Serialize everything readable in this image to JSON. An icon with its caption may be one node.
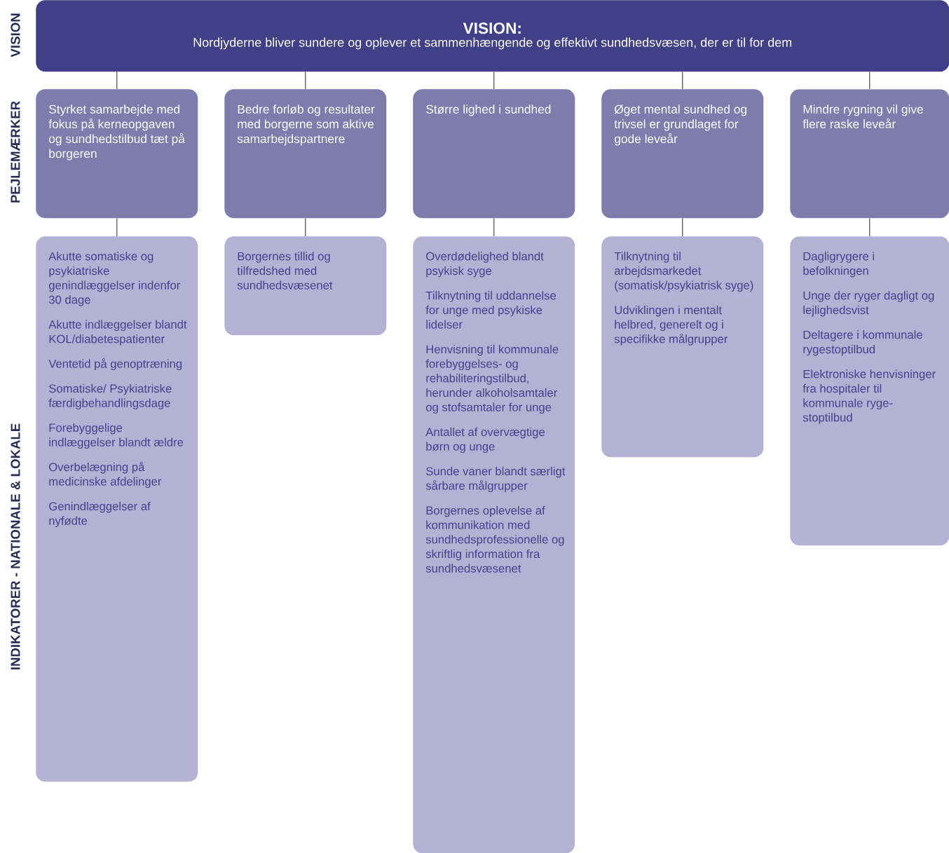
{
  "diagram": {
    "nodes": [
      {
        "text": [
          "VISION:",
          "Nordjyderne bliver sundere og oplever et sammenhængende og effektivt sundhedsvæsen, der er til for dem"
        ]
      },
      {
        "text": [
          "Styrket samarbejde med fokus på kerneopgaven og sundhedstilbud tæt på borgeren"
        ]
      },
      {
        "text": [
          "Bedre forløb og resultater med borgerne som aktive samarbejdspartnere"
        ]
      },
      {
        "text": [
          "Større lighed i sundhed"
        ]
      },
      {
        "text": [
          "Øget mental sundhed og trivsel er grundlaget for gode leveår"
        ]
      },
      {
        "text": [
          "Mindre rygning vil give flere raske leveår"
        ]
      },
      {
        "text": [
          "Akutte somatiske og psykiatriske genindlæggelser indenfor 30 dage",
          "Akutte indlæggelser blandt KOL/diabetespatienter",
          "Ventetid på genoptræning",
          "Somatiske/ Psykiatriske færdigbehandlingsdage",
          "Forebyggelige indlæggelser blandt ældre",
          "Overbelægning på medicinske afdelinger",
          "Genindlæggelser af nyfødte"
        ]
      },
      {
        "text": [
          "Borgernes tillid og tilfredshed med sundhedsvæsenet"
        ]
      },
      {
        "text": [
          "Overdødelighed blandt psykisk syge",
          "Tilknytning til uddannelse for unge med psykiske lidelser",
          "Henvisning til kommunale forebyggelses- og rehabiliteringstilbud, herunder alkoholsamtaler og stofsamtaler for unge",
          "Antallet af overvægtige børn og unge",
          "Sunde vaner blandt særligt sårbare målgrupper",
          "Borgernes oplevelse af kommunikation med sundhedsprofessionelle og skriftlig information fra sundhedsvæsenet"
        ]
      },
      {
        "text": [
          "Tilknytning til arbejdsmarkedet (somatisk/psykiatrisk syge)",
          "Udviklingen i mentalt helbred, generelt og i specifikke målgrupper"
        ]
      },
      {
        "text": [
          "Dagligrygere i befolkningen",
          "Unge der ryger dagligt og lejlighedsvist",
          "Deltagere i kommunale rygestoptilbud",
          "Elektroniske henvisninger fra hospitaler til kommunale ryge- stoptilbud"
        ]
      }
    ],
    "edges": [
      {
        "from": 0,
        "to": 1,
        "arrow": "none"
      },
      {
        "from": 0,
        "to": 2,
        "arrow": "none"
      },
      {
        "from": 0,
        "to": 3,
        "arrow": "none"
      },
      {
        "from": 0,
        "to": 4,
        "arrow": "none"
      },
      {
        "from": 0,
        "to": 5,
        "arrow": "none"
      },
      {
        "from": 1,
        "to": 6,
        "arrow": "none"
      },
      {
        "from": 2,
        "to": 7,
        "arrow": "none"
      },
      {
        "from": 3,
        "to": 8,
        "arrow": "none"
      },
      {
        "from": 4,
        "to": 9,
        "arrow": "none"
      },
      {
        "from": 5,
        "to": 10,
        "arrow": "none"
      }
    ],
    "labels": [
      "VISION",
      "PEJLEMÆRKER",
      "INDIKATORER - NATIONALE & LOKALE"
    ]
  }
}
